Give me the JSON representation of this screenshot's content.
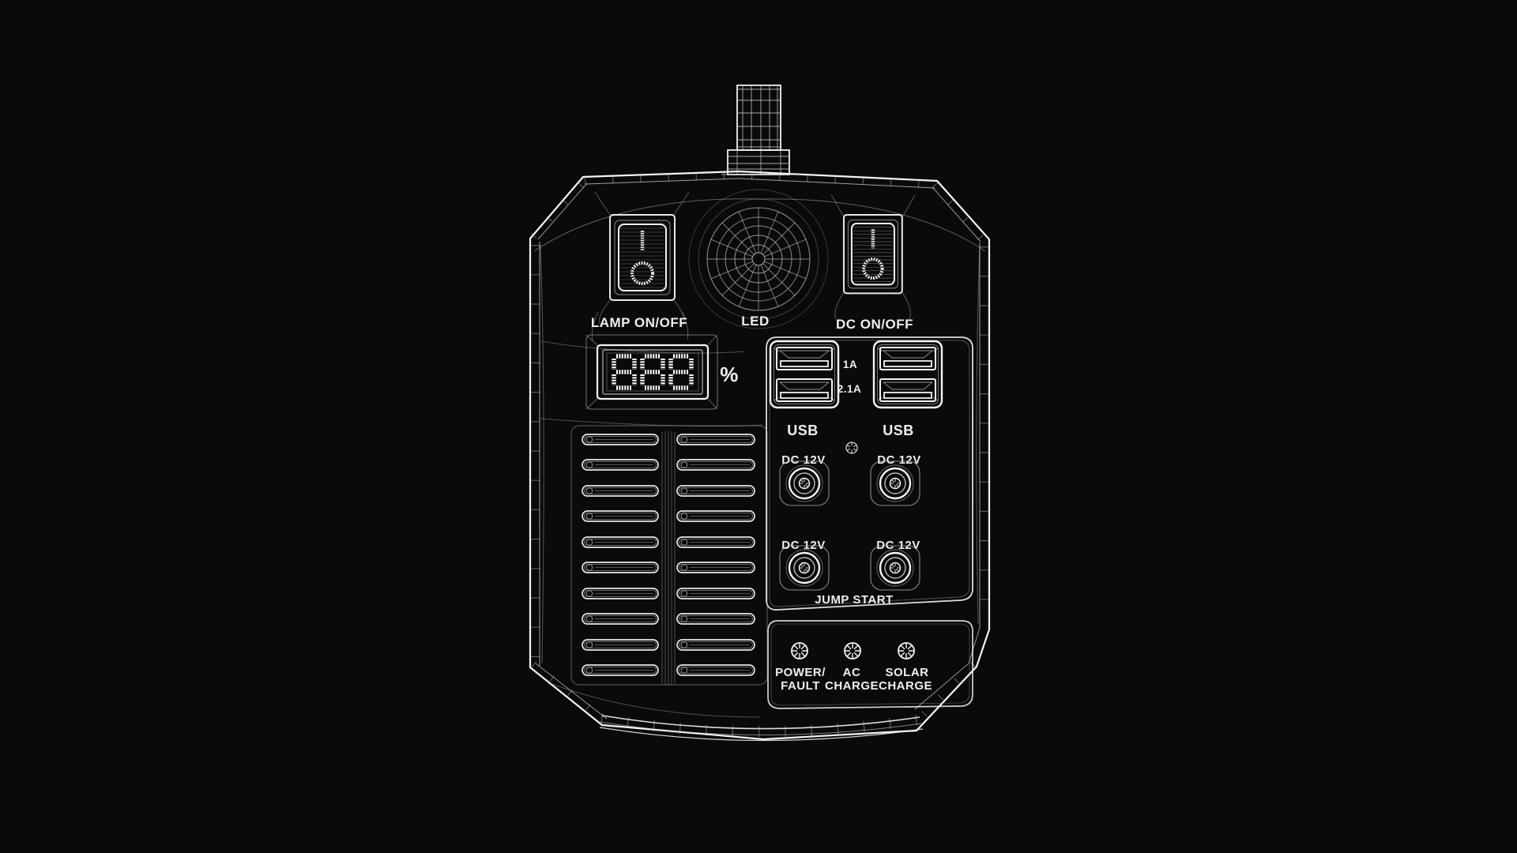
{
  "scene": {
    "background_color": "#0a0a0a",
    "wireframe_color": "#cfcfcf",
    "highlight_color": "#ffffff"
  },
  "device": {
    "lamp_switch": {
      "label": "LAMP ON/OFF"
    },
    "dc_switch": {
      "label": "DC ON/OFF"
    },
    "led_label": "LED",
    "battery_display": {
      "value": "888",
      "unit": "%"
    },
    "usb_section": {
      "port_labels": [
        "USB",
        "USB"
      ],
      "current_ratings": [
        "1A",
        "2.1A"
      ]
    },
    "dc_outputs": {
      "labels": [
        "DC 12V",
        "DC 12V",
        "DC 12V",
        "DC 12V"
      ]
    },
    "jump_start_label": "JUMP START",
    "charge_indicators": [
      {
        "line1": "POWER/",
        "line2": "FAULT"
      },
      {
        "line1": "AC",
        "line2": "CHARGE"
      },
      {
        "line1": "SOLAR",
        "line2": "CHARGE"
      }
    ],
    "icons": {
      "switch_on_symbol": "I",
      "switch_off_symbol": "O"
    }
  }
}
